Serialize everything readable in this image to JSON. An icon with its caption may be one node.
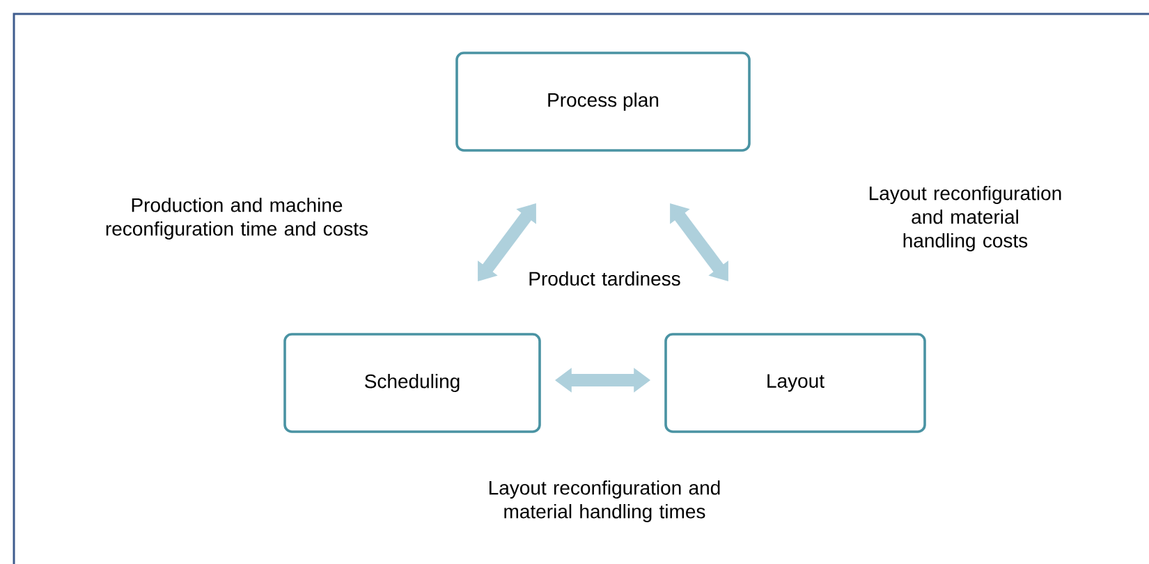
{
  "diagram": {
    "nodes": [
      {
        "text": [
          "Process plan"
        ]
      },
      {
        "text": [
          "Scheduling"
        ]
      },
      {
        "text": [
          "Layout"
        ]
      }
    ],
    "edges": [
      {
        "from": 1,
        "to": 0,
        "arrow": "both"
      },
      {
        "from": 0,
        "to": 2,
        "arrow": "both"
      },
      {
        "from": 1,
        "to": 2,
        "arrow": "both"
      }
    ],
    "labels": [
      "Production and machine reconfiguration time and costs",
      "Layout reconfiguration and material handling costs",
      "Product tardiness",
      "Layout reconfiguration and material handling times"
    ]
  }
}
